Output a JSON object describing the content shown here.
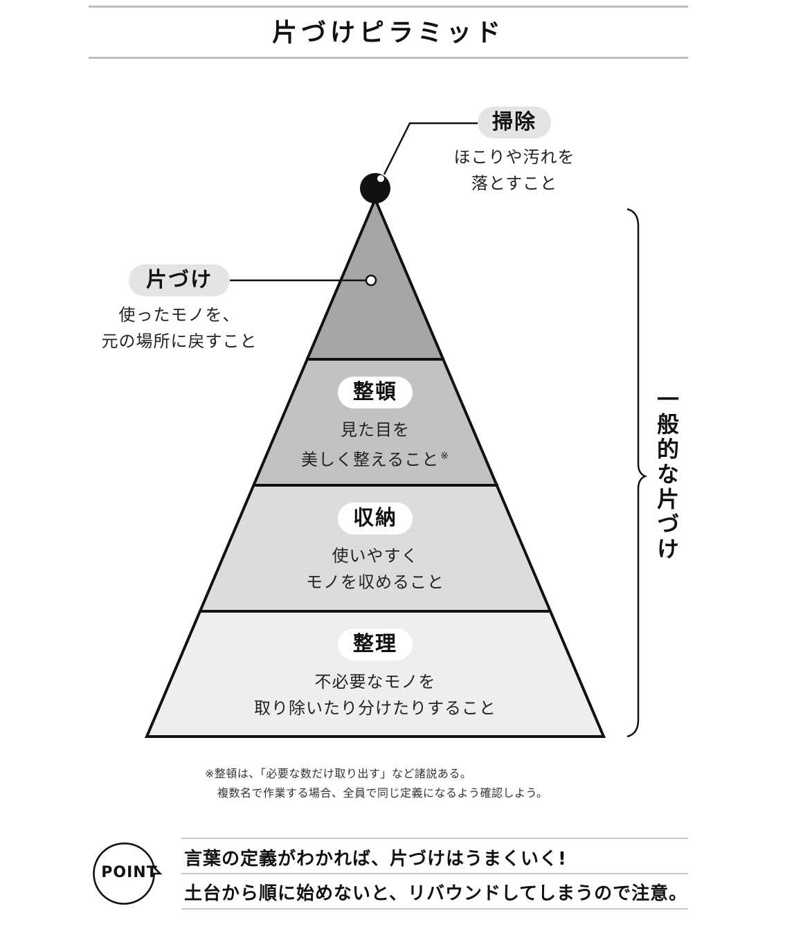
{
  "title": "片づけピラミッド",
  "levels": [
    {
      "label": "掃除",
      "desc_lines": [
        "ほこりや汚れを",
        "落とすこと"
      ]
    },
    {
      "label": "片づけ",
      "desc_lines": [
        "使ったモノを、",
        "元の場所に戻すこと"
      ]
    },
    {
      "label": "整頓",
      "desc_lines": [
        "見た目を",
        "美しく整えること"
      ],
      "mark": "※"
    },
    {
      "label": "収納",
      "desc_lines": [
        "使いやすく",
        "モノを収めること"
      ]
    },
    {
      "label": "整理",
      "desc_lines": [
        "不必要なモノを",
        "取り除いたり分けたりすること"
      ]
    }
  ],
  "bracket_label": "一般的な片づけ",
  "footnote_lines": [
    "※整頓は、「必要な数だけ取り出す」など諸説ある。",
    "複数名で作業する場合、全員で同じ定義になるよう確認しよう。"
  ],
  "point": {
    "badge": "POINT",
    "lines": [
      "言葉の定義がわかれば、片づけはうまくいく!",
      "土台から順に始めないと、リバウンドしてしまうので注意。"
    ]
  },
  "colors": {
    "tier_top": "#a6a6a6",
    "tier_2": "#c2c2c2",
    "tier_3": "#dcdcdc",
    "tier_base": "#eeeeee",
    "outline": "#111111",
    "pill_gray": "#e4e4e4"
  }
}
